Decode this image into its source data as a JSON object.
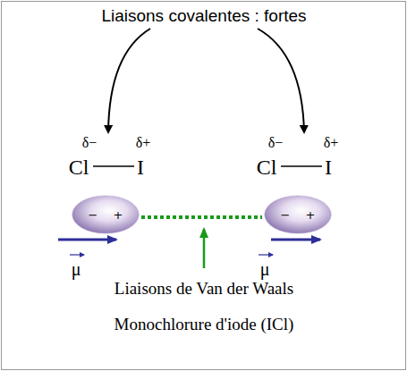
{
  "diagram": {
    "nodes": [
      {
        "text": [
          "−",
          "+"
        ]
      },
      {
        "text": [
          "−",
          "+"
        ]
      }
    ],
    "edges": [
      {
        "from": 0,
        "to": 1,
        "arrow": "none"
      }
    ],
    "labels": [
      "Liaisons covalentes : fortes",
      "δ−",
      "δ+",
      "Cl",
      "I",
      "δ−",
      "δ+",
      "Cl",
      "I",
      "μ",
      "μ",
      "Liaisons de Van der Waals",
      "Monochlorure d'iode (ICl)"
    ]
  }
}
